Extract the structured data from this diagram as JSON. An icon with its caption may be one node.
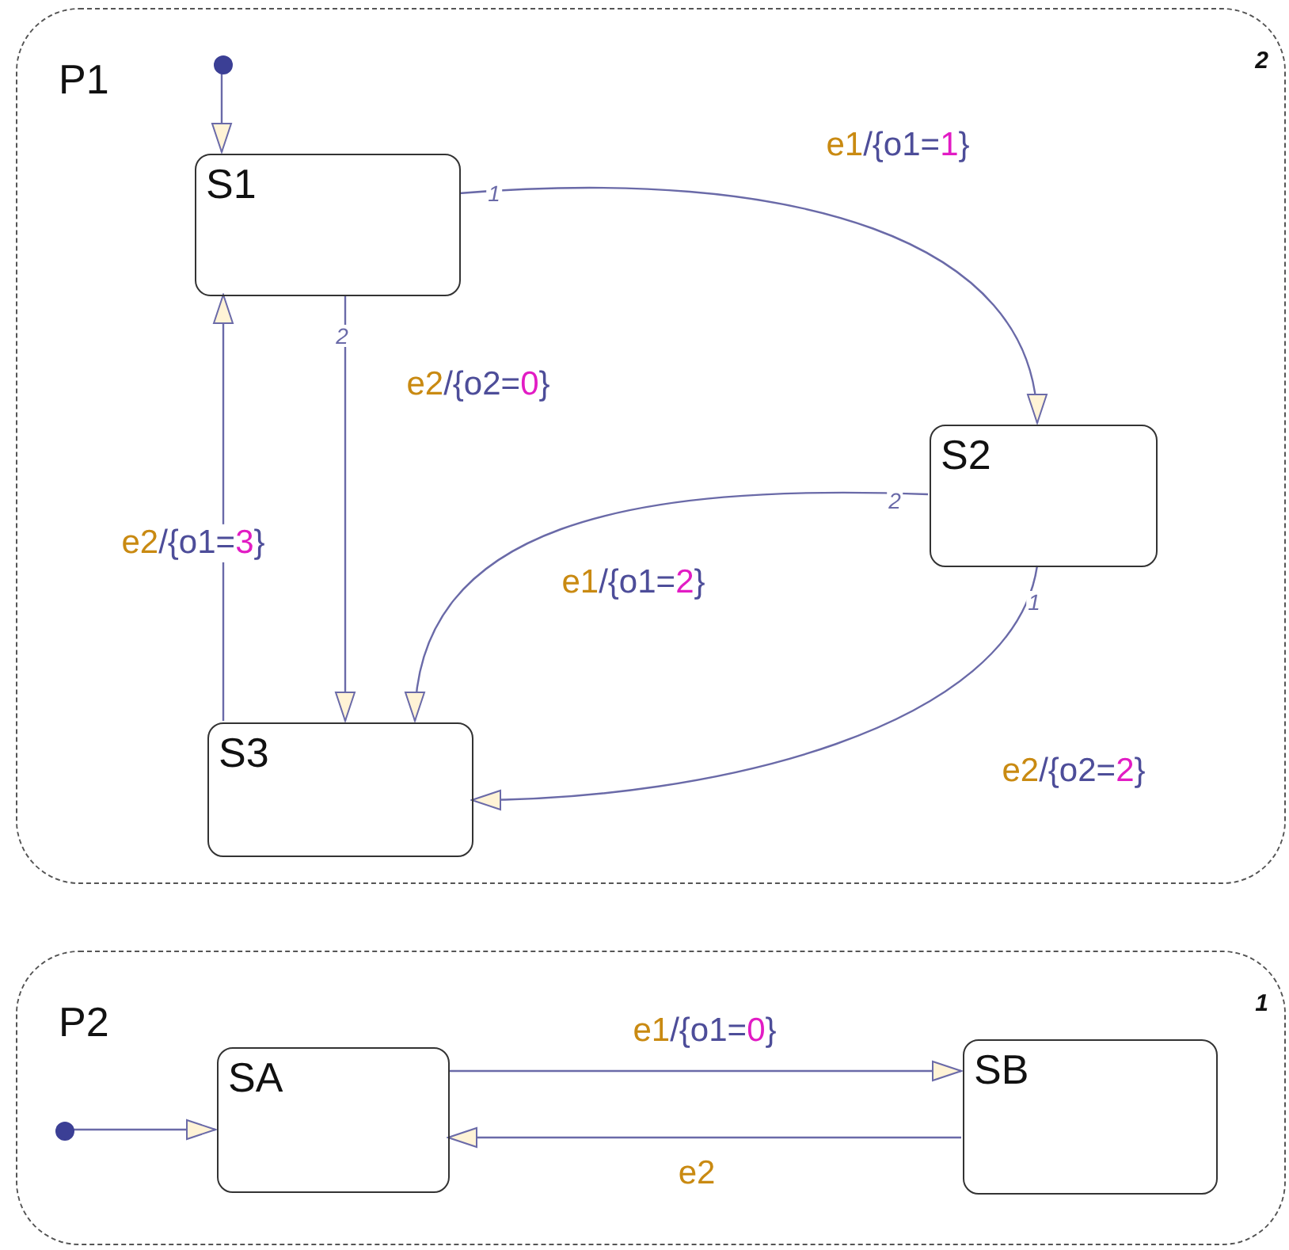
{
  "diagram": {
    "nodes": [
      {
        "text": [
          "P1"
        ],
        "beside": [
          "2"
        ]
      },
      {
        "text": [],
        "shape": "circle",
        "in": 0
      },
      {
        "text": [
          "S1"
        ],
        "in": 0
      },
      {
        "text": [
          "S2"
        ],
        "in": 0
      },
      {
        "text": [
          "S3"
        ],
        "in": 0
      },
      {
        "text": [
          "P2"
        ],
        "beside": [
          "1"
        ]
      },
      {
        "text": [],
        "shape": "circle",
        "in": 5
      },
      {
        "text": [
          "SA"
        ],
        "in": 5
      },
      {
        "text": [
          "SB"
        ],
        "in": 5
      }
    ],
    "edges": [
      {
        "from": 1,
        "to": 2,
        "arrow": "to"
      },
      {
        "from": 2,
        "to": 3,
        "arrow": "to",
        "label": "e1/{o1=1}"
      },
      {
        "from": 2,
        "to": 4,
        "arrow": "to",
        "label": "e2/{o2=0}"
      },
      {
        "from": 4,
        "to": 2,
        "arrow": "to",
        "label": "e2/{o1=3}"
      },
      {
        "from": 3,
        "to": 4,
        "arrow": "to",
        "label": "e1/{o1=2}"
      },
      {
        "from": 3,
        "to": 4,
        "arrow": "to",
        "label": "e2/{o2=2}"
      },
      {
        "from": 6,
        "to": 7,
        "arrow": "to"
      },
      {
        "from": 7,
        "to": 8,
        "arrow": "to",
        "label": "e1/{o1=0}"
      },
      {
        "from": 8,
        "to": 7,
        "arrow": "to",
        "label": "e2"
      }
    ],
    "labels": [
      "1",
      "2",
      "2",
      "1"
    ]
  }
}
